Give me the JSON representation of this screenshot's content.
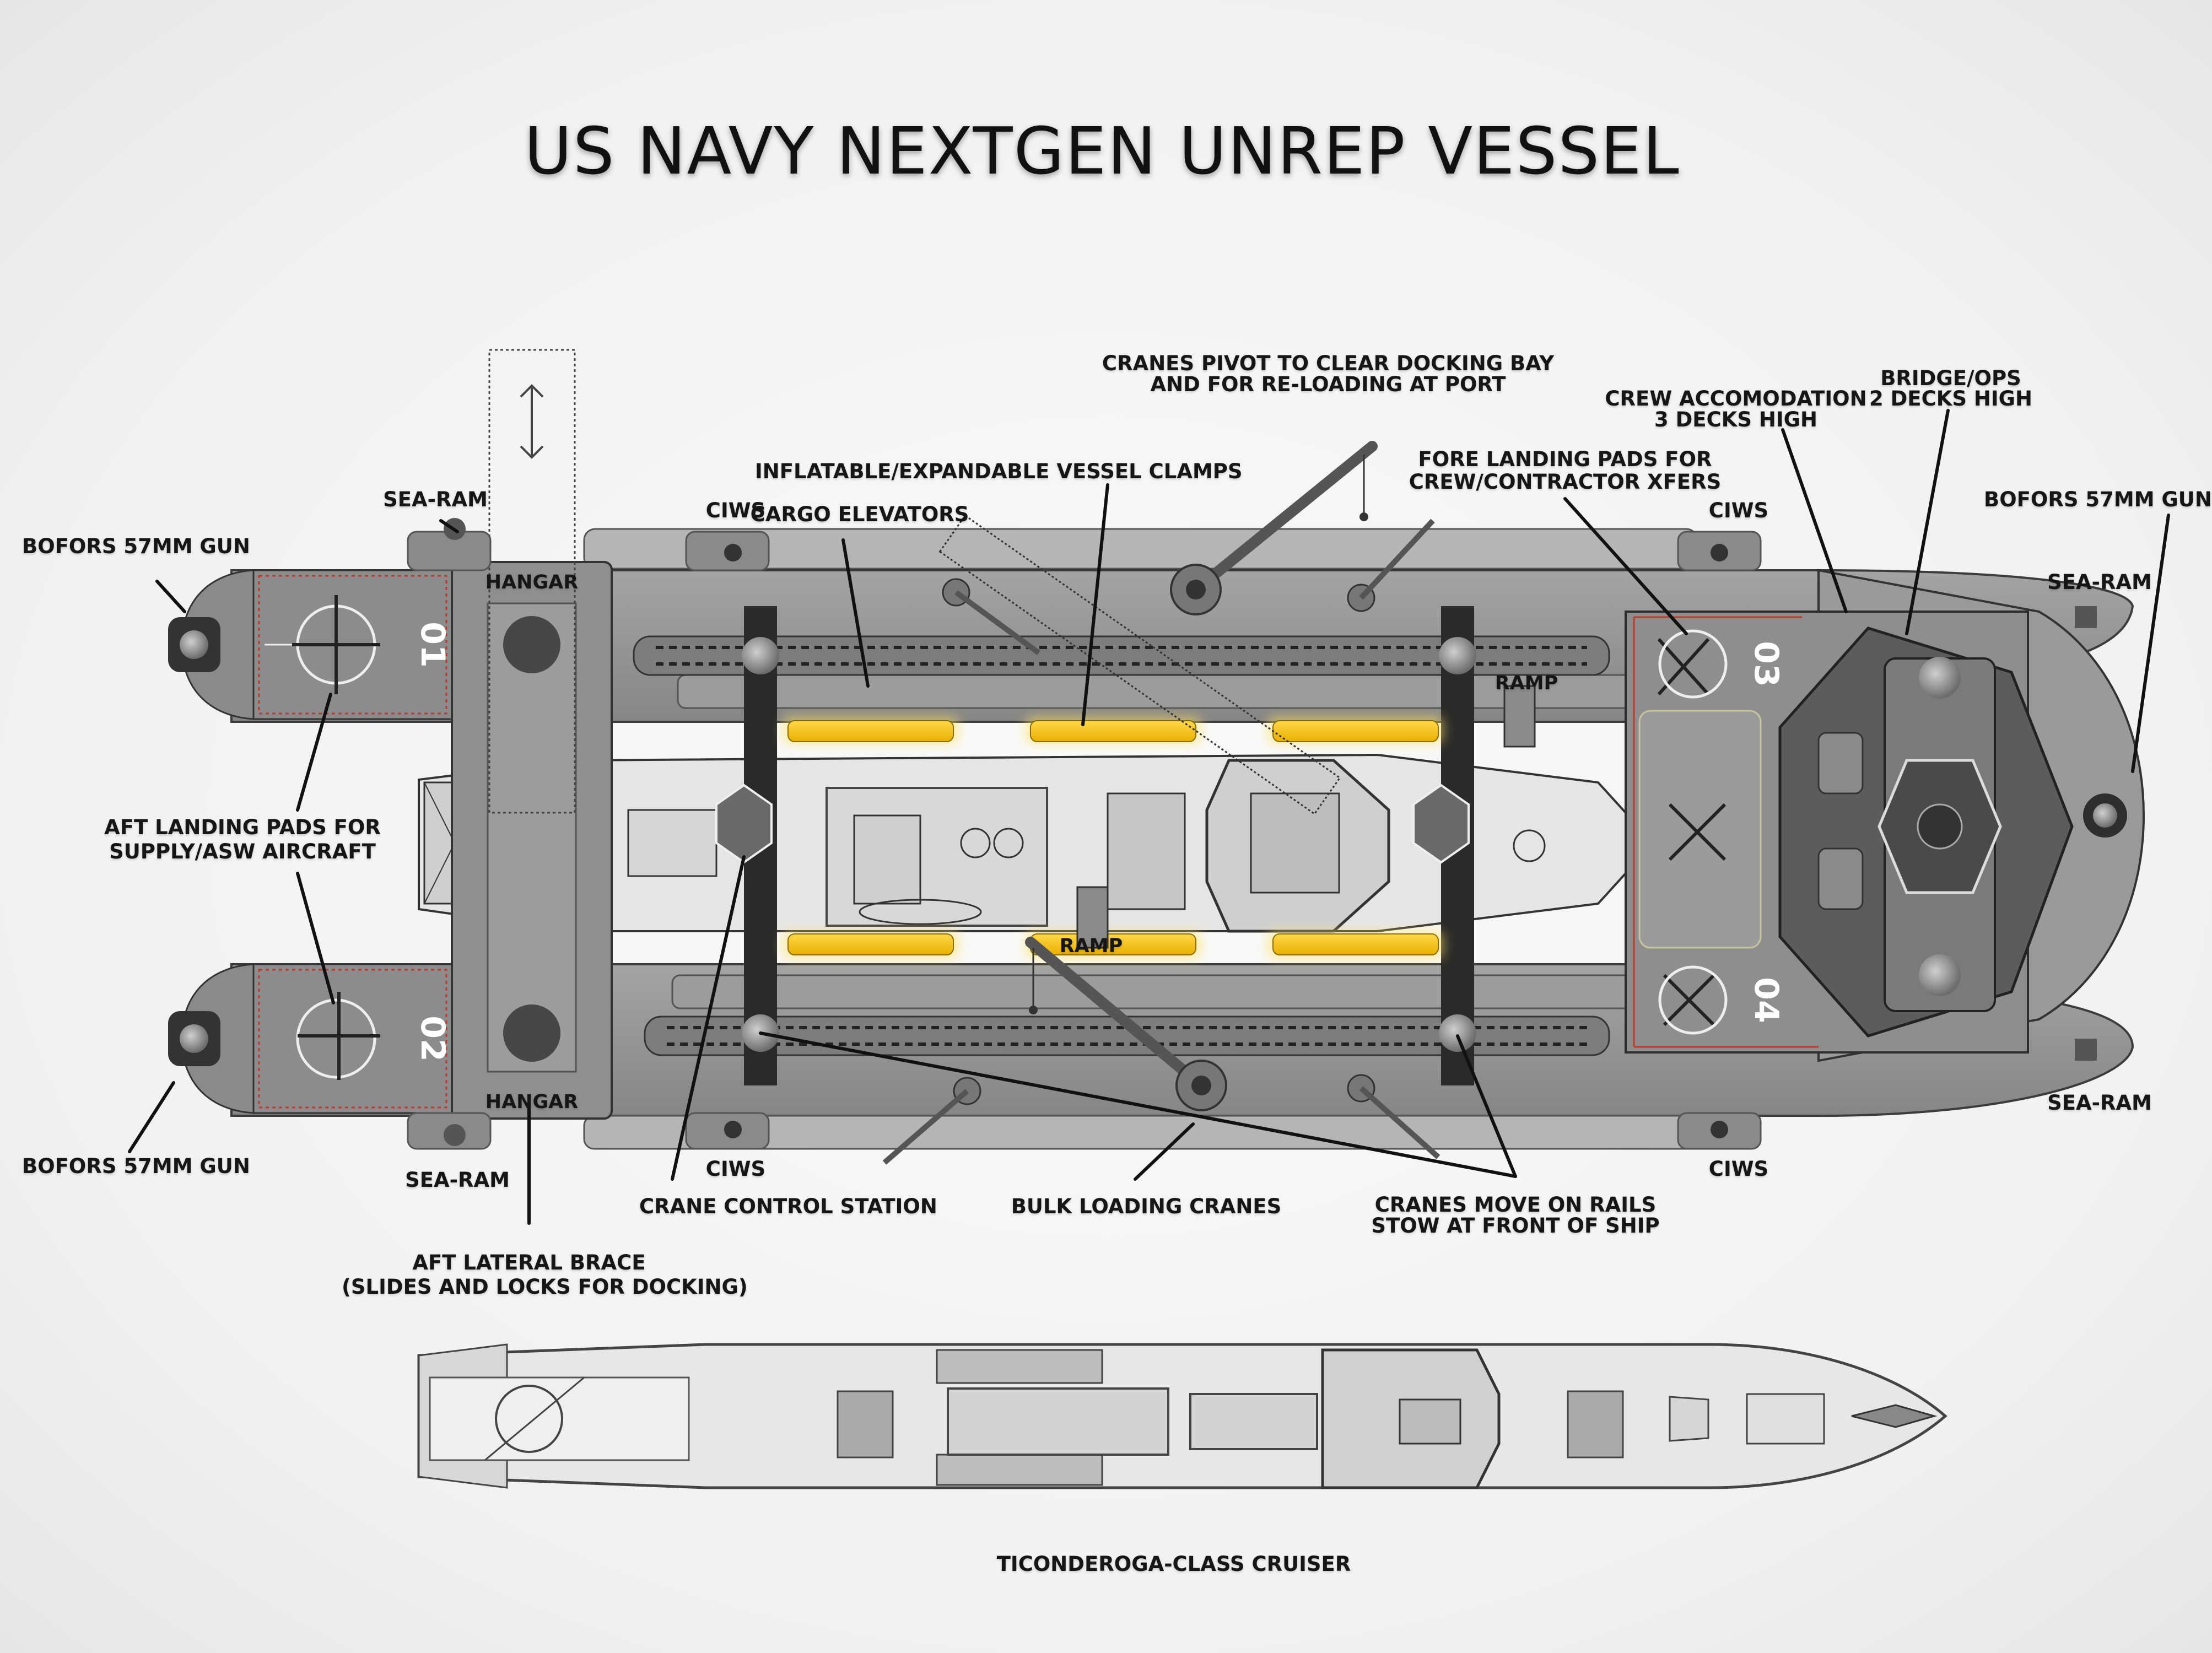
{
  "title": "US NAVY NEXTGEN UNREP VESSEL",
  "labels": {
    "bofors_1": "BOFORS 57MM GUN",
    "bofors_2": "BOFORS 57MM GUN",
    "bofors_3": "BOFORS 57MM GUN",
    "searam_1": "SEA-RAM",
    "searam_2": "SEA-RAM",
    "searam_3": "SEA-RAM",
    "searam_4": "SEA-RAM",
    "ciws_1": "CIWS",
    "ciws_2": "CIWS",
    "ciws_3": "CIWS",
    "ciws_4": "CIWS",
    "hangar_1": "HANGAR",
    "hangar_2": "HANGAR",
    "cargo_elevators": "CARGO ELEVATORS",
    "vessel_clamps": "INFLATABLE/EXPANDABLE VESSEL CLAMPS",
    "cranes_pivot_1": "CRANES PIVOT TO CLEAR DOCKING BAY",
    "cranes_pivot_2": "AND FOR RE-LOADING AT PORT",
    "fore_pads_1": "FORE LANDING PADS FOR",
    "fore_pads_2": "CREW/CONTRACTOR XFERS",
    "crew_accom_1": "CREW ACCOMODATION",
    "crew_accom_2": "3 DECKS HIGH",
    "bridge_1": "BRIDGE/OPS",
    "bridge_2": "2 DECKS HIGH",
    "ramp_1": "RAMP",
    "ramp_2": "RAMP",
    "aft_pads_1": "AFT LANDING PADS FOR",
    "aft_pads_2": "SUPPLY/ASW AIRCRAFT",
    "crane_control": "CRANE CONTROL STATION",
    "bulk_cranes": "BULK LOADING CRANES",
    "cranes_rails_1": "CRANES MOVE ON RAILS",
    "cranes_rails_2": "STOW AT FRONT OF SHIP",
    "aft_brace_1": "AFT LATERAL BRACE",
    "aft_brace_2": "(SLIDES AND LOCKS FOR DOCKING)",
    "cruiser": "TICONDEROGA-CLASS CRUISER"
  },
  "pads": [
    "01",
    "02",
    "03",
    "04"
  ],
  "colors": {
    "hull": "#8c8c8c",
    "hull_light": "#a9a9a9",
    "deck": "#9a9a9a",
    "clamp": "#f5c400",
    "rail": "#2b2b2b",
    "pad_line": "#c0392b"
  }
}
